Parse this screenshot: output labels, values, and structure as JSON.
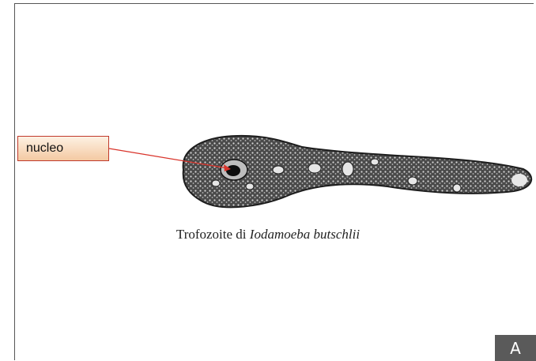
{
  "label": {
    "text": "nucleo"
  },
  "caption": {
    "prefix": "Trofozoite di ",
    "species": "Iodamoeba butschlii"
  },
  "panel": {
    "letter": "A"
  },
  "colors": {
    "pointer": "#d9342b",
    "label_border": "#c0392b",
    "badge": "#5a5a5a"
  }
}
